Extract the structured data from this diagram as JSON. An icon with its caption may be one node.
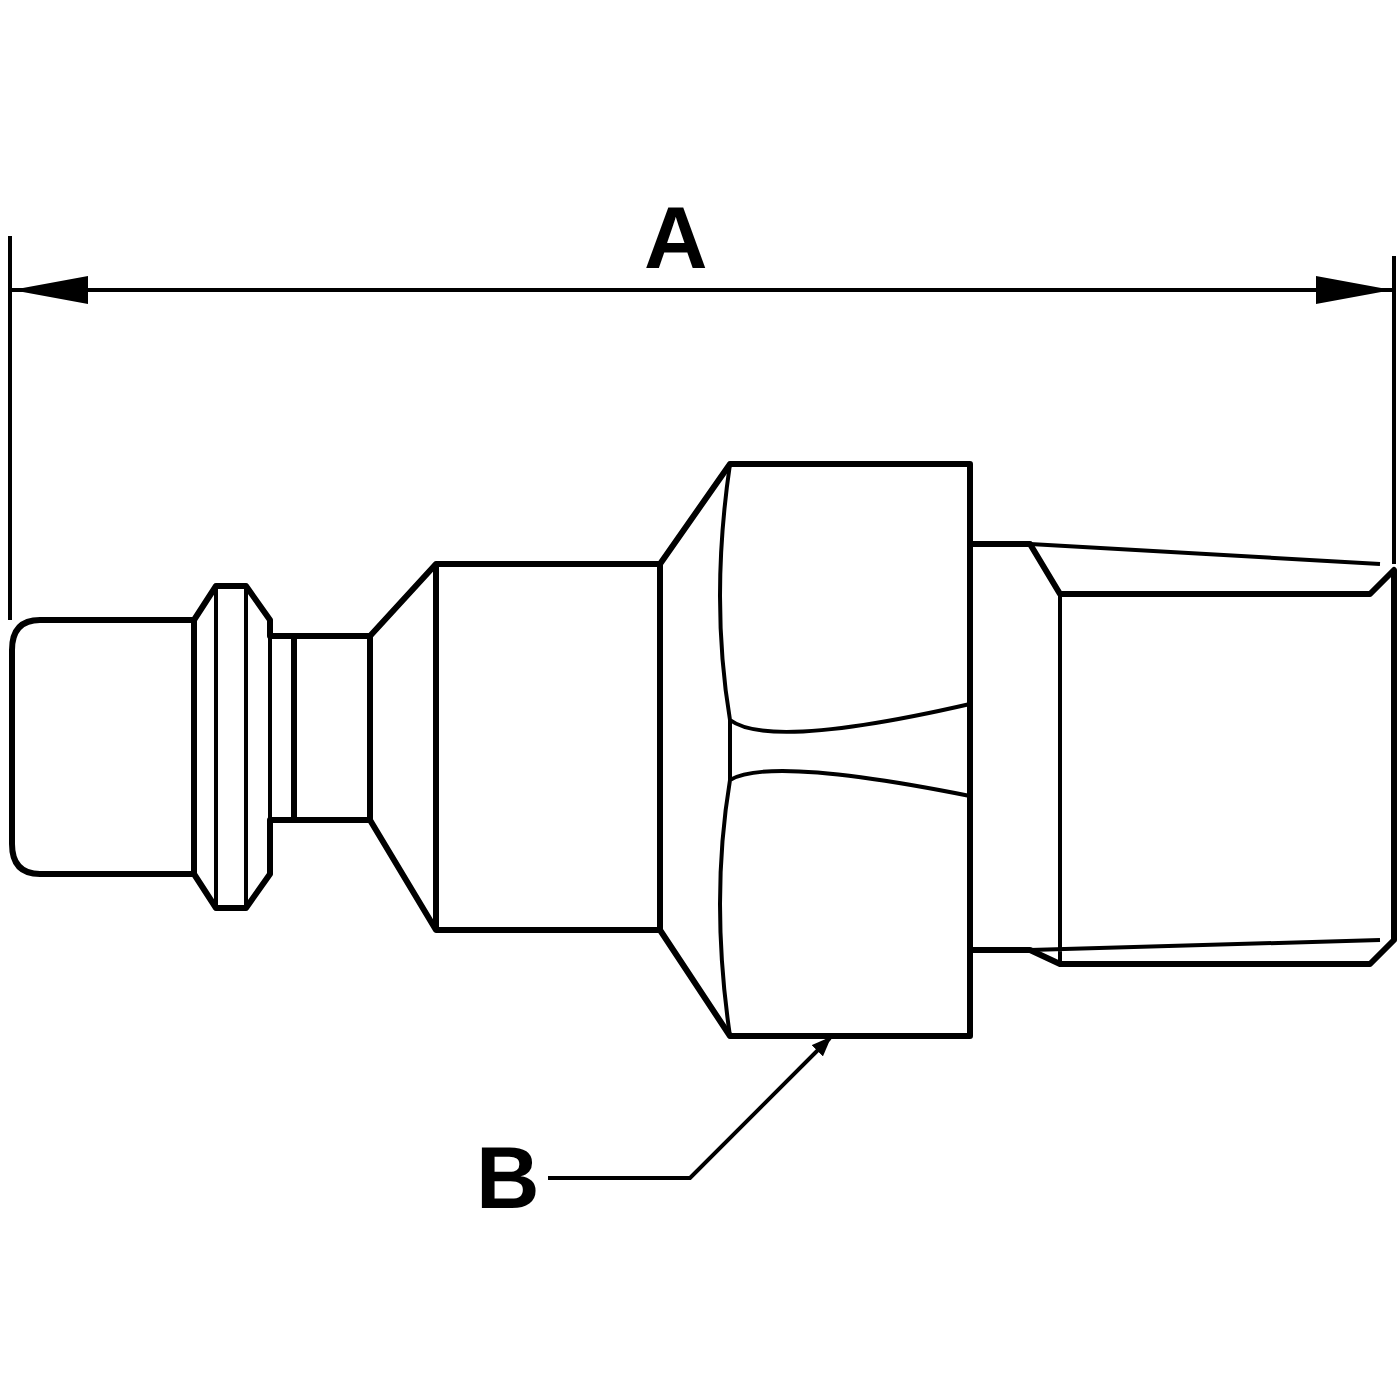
{
  "diagram": {
    "nodes": [
      {
        "text": [
          "B"
        ]
      },
      {
        "text": [],
        "shape": "picture"
      }
    ],
    "edges": [
      {
        "from": 0,
        "to": 1,
        "arrow": "to"
      }
    ],
    "labels": [
      "A"
    ]
  }
}
